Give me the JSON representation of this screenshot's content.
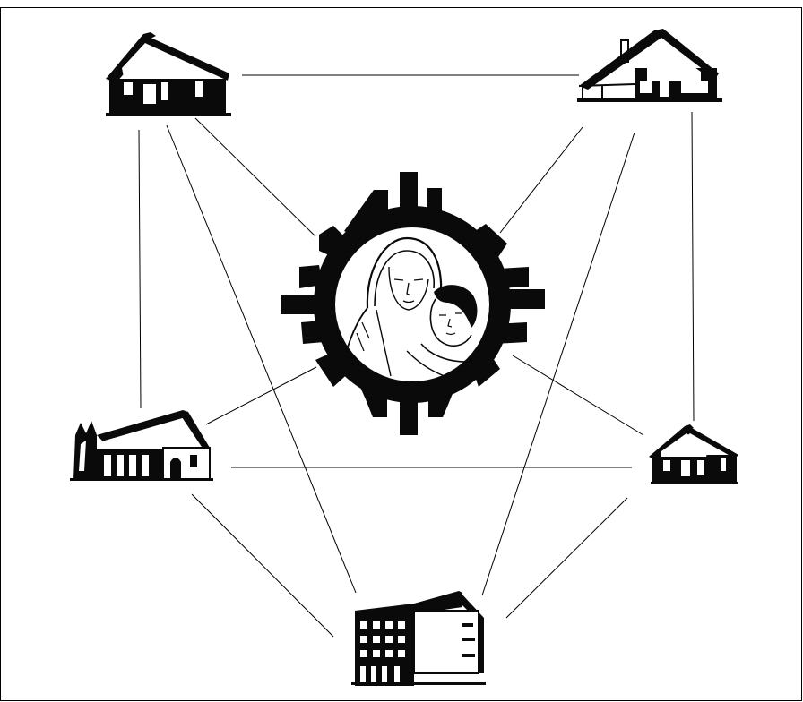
{
  "diagram": {
    "type": "network",
    "center": {
      "symbol": "emblem-madonna-and-child"
    },
    "nodes": [
      {
        "id": "house-top-left",
        "icon": "bungalow-icon"
      },
      {
        "id": "house-top-right",
        "icon": "house-with-chimney-icon"
      },
      {
        "id": "house-middle-left",
        "icon": "chapel-house-icon"
      },
      {
        "id": "house-middle-right",
        "icon": "small-cottage-icon"
      },
      {
        "id": "building-bottom",
        "icon": "apartment-block-icon"
      }
    ],
    "edges": [
      [
        "house-top-left",
        "house-top-right"
      ],
      [
        "house-top-left",
        "house-middle-left"
      ],
      [
        "house-top-left",
        "center"
      ],
      [
        "house-top-left",
        "building-bottom"
      ],
      [
        "house-top-right",
        "center"
      ],
      [
        "house-top-right",
        "house-middle-right"
      ],
      [
        "house-top-right",
        "building-bottom"
      ],
      [
        "house-middle-left",
        "center"
      ],
      [
        "house-middle-left",
        "house-middle-right"
      ],
      [
        "house-middle-left",
        "building-bottom"
      ],
      [
        "house-middle-right",
        "center"
      ],
      [
        "house-middle-right",
        "building-bottom"
      ]
    ],
    "colors": {
      "ink": "#0a0a0a",
      "background": "#ffffff"
    }
  }
}
